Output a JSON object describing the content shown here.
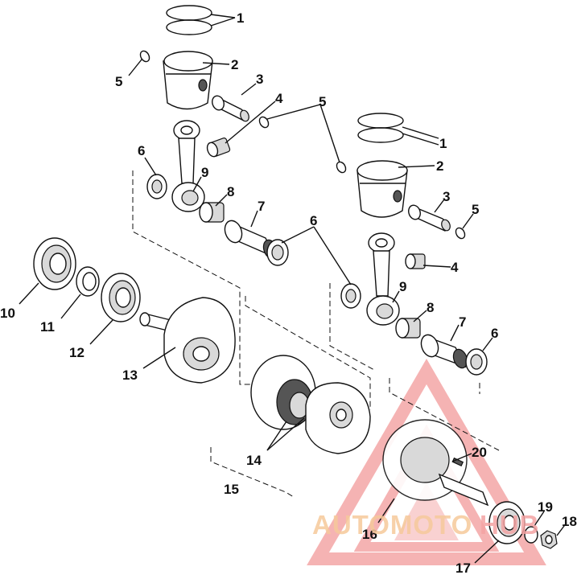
{
  "diagram": {
    "callouts": [
      "1",
      "2",
      "3",
      "4",
      "5",
      "6",
      "7",
      "8",
      "9",
      "10",
      "11",
      "12",
      "13",
      "14",
      "15",
      "16",
      "17",
      "18",
      "19",
      "20"
    ]
  },
  "watermark": {
    "text_left": "AUTOMOTO",
    "text_right": "HUB",
    "color_primary": "#f4a3a3",
    "color_secondary": "#f6c99b"
  }
}
